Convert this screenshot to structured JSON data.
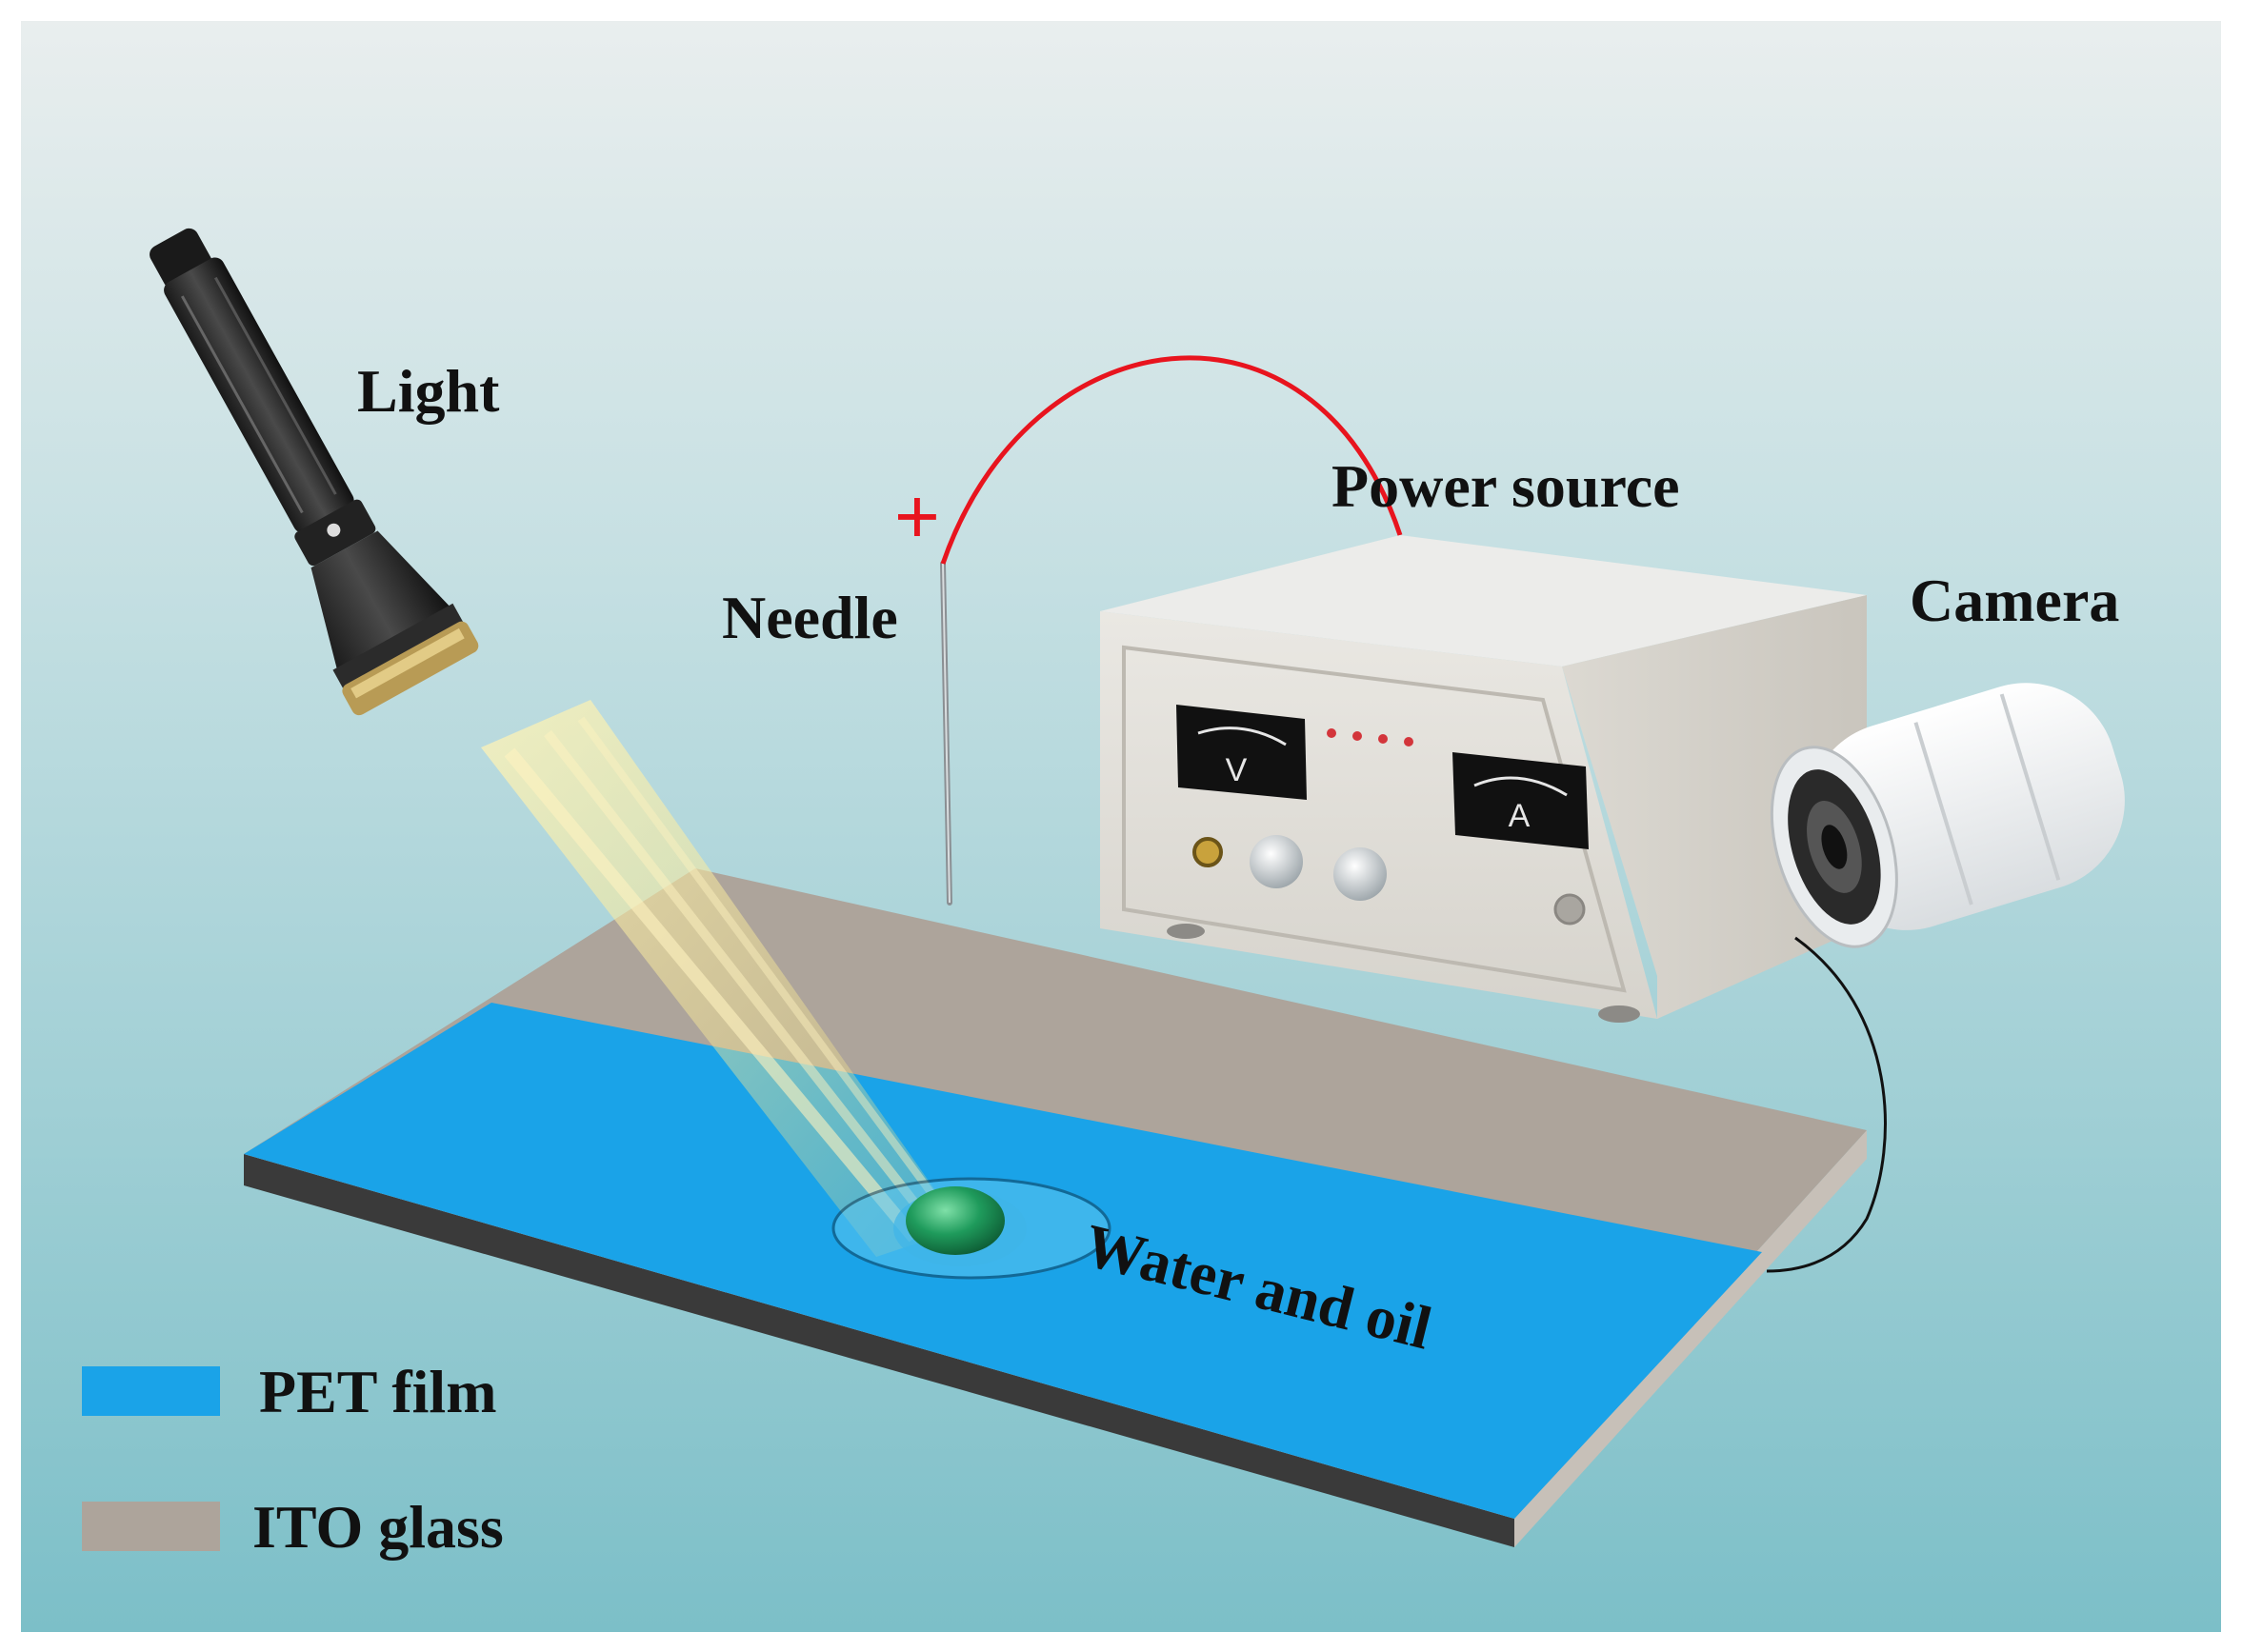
{
  "labels": {
    "light": "Light",
    "needle": "Needle",
    "plus_sign": "+",
    "power_source": "Power source",
    "camera": "Camera",
    "water_and_oil": "Water and oil",
    "voltmeter_symbol": "V",
    "ammeter_symbol": "A"
  },
  "legend": [
    {
      "label": "PET film",
      "color": "#1aa3e8"
    },
    {
      "label": "ITO glass",
      "color": "#ada49b"
    }
  ],
  "colors": {
    "wire": "#e8141e",
    "pet_film": "#1aa3e8",
    "ito_glass": "#ada49b",
    "droplet": "#1f9b5c",
    "light_beam": "#f2de7a",
    "background_top": "#e9eeee",
    "background_bottom": "#7cbfc8"
  }
}
